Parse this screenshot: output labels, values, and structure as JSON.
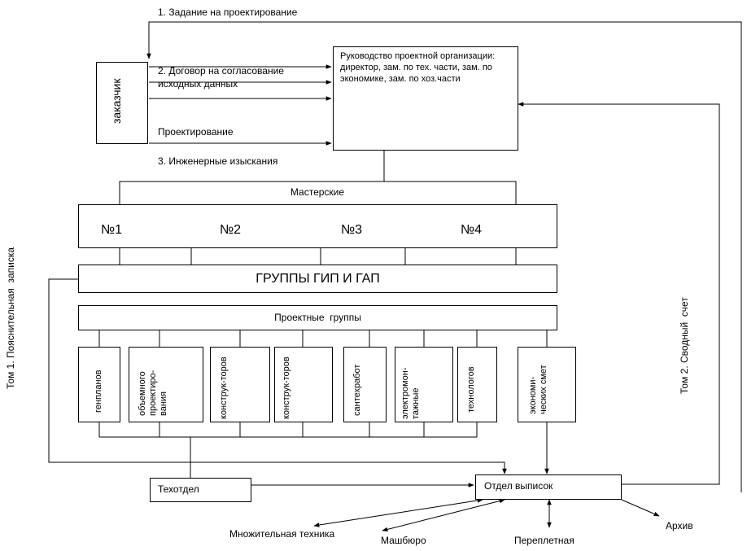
{
  "customer": {
    "label": "заказчик"
  },
  "management": {
    "text": "Руководство проектной организации: директор, зам. по тех. части, зам. по экономике, зам. по хоз.части"
  },
  "flows": {
    "task": "1. Задание на проектирование",
    "agreement": "2. Договор на согласование исходных данных",
    "agreement_line1": "2. Договор на согласование",
    "agreement_line2": "исходных данных",
    "design": "Проектирование",
    "surveys": "3. Инженерные изыскания"
  },
  "workshops": {
    "title": "Мастерские",
    "items": [
      "№1",
      "№2",
      "№3",
      "№4"
    ]
  },
  "gip_gap": {
    "label": "ГРУППЫ ГИП И ГАП"
  },
  "project_groups": {
    "title": "Проектные  группы",
    "items": [
      "генпланов",
      "объемного проектиро- вания",
      "конструк-торов",
      "конструк-торов",
      "сантехработ",
      "электромон- тажные",
      "технологов",
      "экономи-ческих смет"
    ]
  },
  "tech_dept": {
    "label": "Техотдел"
  },
  "issue_dept": {
    "label": "Отдел выписок"
  },
  "side_labels": {
    "volume1": "Том 1. Пояснительная  записка",
    "volume2": "Том 2. Сводный  счет"
  },
  "outputs": {
    "copying": "Множительная техника",
    "typing": "Машбюро",
    "binding": "Переплетная",
    "archive": "Архив"
  }
}
